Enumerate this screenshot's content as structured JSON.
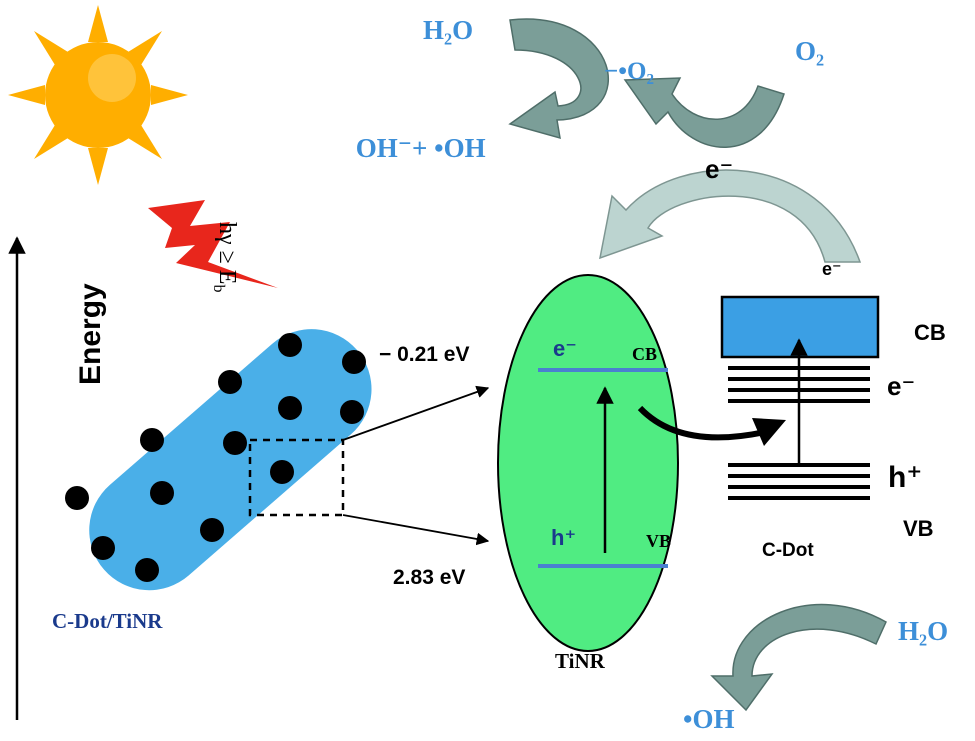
{
  "colors": {
    "chem_text": "#3d8fd8",
    "dark_label": "#1a3a8c",
    "rod_fill": "#4aafe8",
    "ellipse_fill": "#50ec82",
    "band_line": "#4a80d0",
    "cb_box": "#3b9fe4",
    "sun": "#ffae00",
    "arrow_gray": "#7b9e98",
    "arrow_light": "#bcd4d0",
    "lightning": "#e8261c"
  },
  "top_cycle": {
    "h2o": "H₂O",
    "superoxide": "−•O₂",
    "o2": "O₂",
    "products_a": "OH⁻+ ",
    "products_b": "•OH",
    "electron": "e⁻"
  },
  "light": {
    "label_a": "hγ ≥ E",
    "label_b": "b"
  },
  "energy_axis": {
    "label": "Energy"
  },
  "rod": {
    "label": "C-Dot/TiNR"
  },
  "levels": {
    "cb_value": "− 0.21 eV",
    "vb_value": "2.83 eV"
  },
  "tinr": {
    "electron": "e⁻",
    "cb": "CB",
    "hole": "h⁺",
    "vb": "VB",
    "label": "TiNR"
  },
  "cdot": {
    "electron_top": "e⁻",
    "cb": "CB",
    "electron_right": "e⁻",
    "hole_right": "h⁺",
    "vb": "VB",
    "label": "C-Dot"
  },
  "bottom_cycle": {
    "h2o": "H₂O",
    "oh_radical": "•OH"
  }
}
